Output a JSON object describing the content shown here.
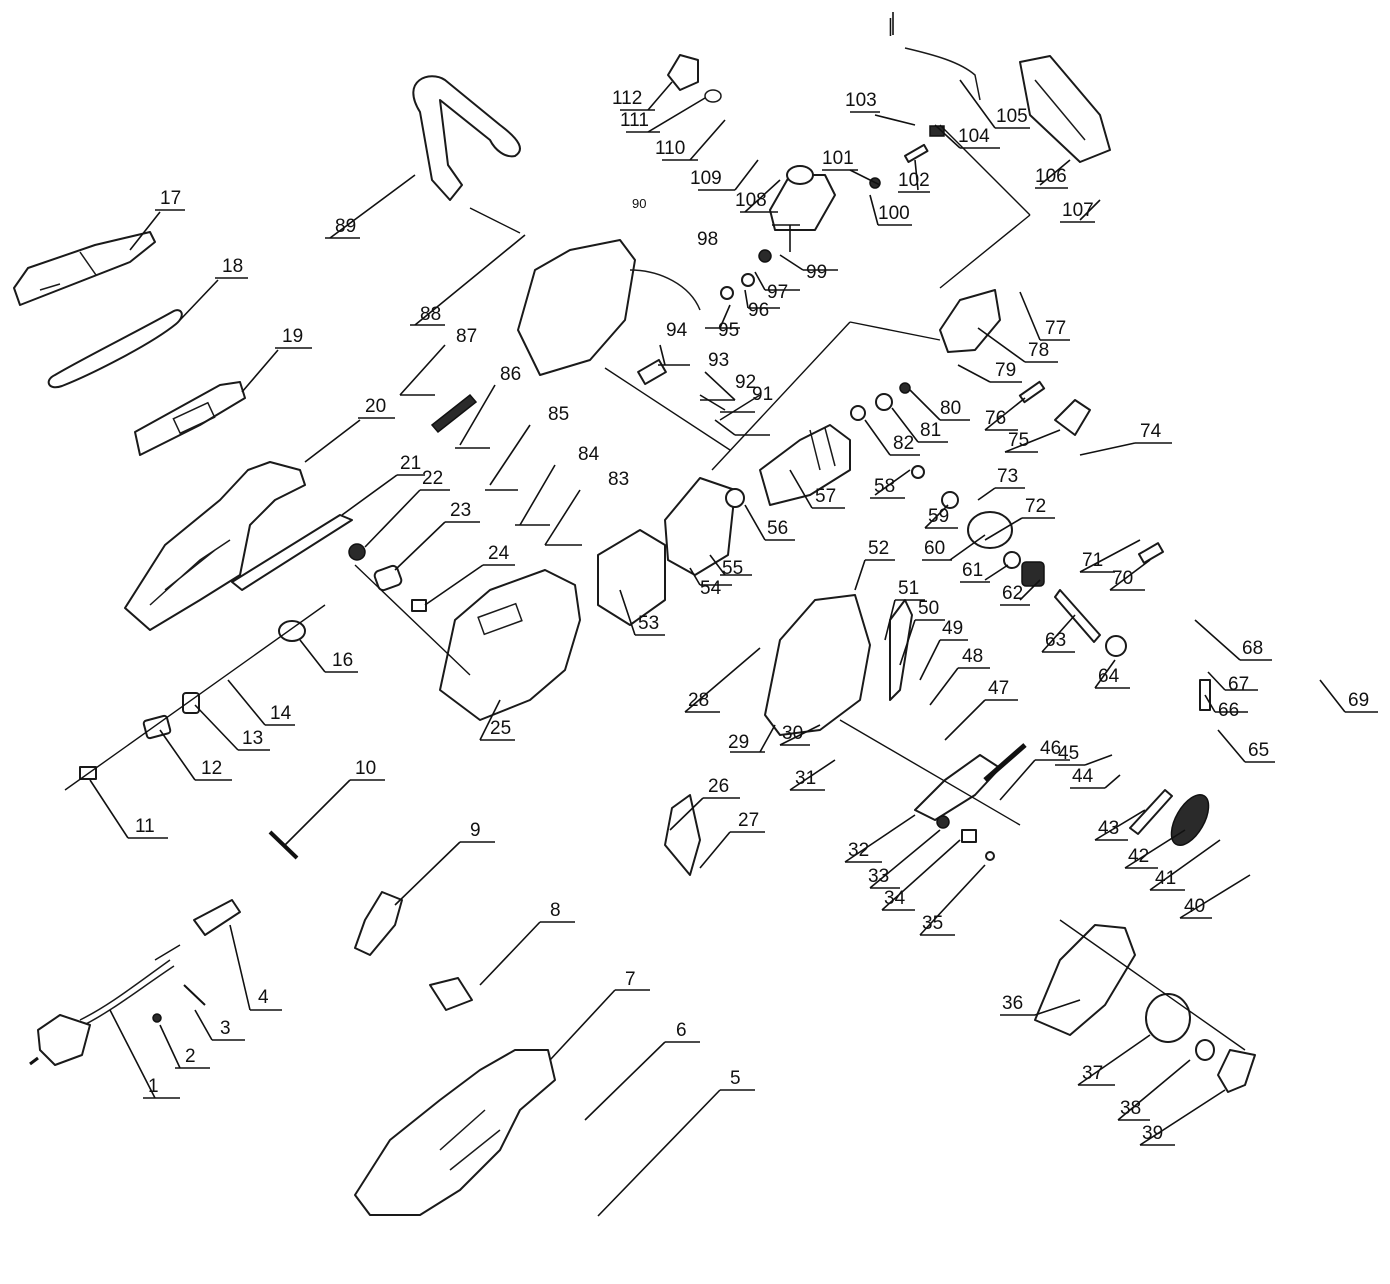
{
  "diagram": {
    "callouts": [
      "1",
      "2",
      "3",
      "4",
      "5",
      "6",
      "7",
      "8",
      "9",
      "10",
      "11",
      "12",
      "13",
      "14",
      "16",
      "17",
      "18",
      "19",
      "20",
      "21",
      "22",
      "23",
      "24",
      "25",
      "26",
      "27",
      "28",
      "29",
      "30",
      "31",
      "32",
      "33",
      "34",
      "35",
      "36",
      "37",
      "38",
      "39",
      "40",
      "41",
      "42",
      "43",
      "44",
      "45",
      "46",
      "47",
      "48",
      "49",
      "50",
      "51",
      "52",
      "53",
      "54",
      "55",
      "56",
      "57",
      "58",
      "59",
      "60",
      "61",
      "62",
      "63",
      "64",
      "65",
      "66",
      "67",
      "68",
      "69",
      "70",
      "71",
      "72",
      "73",
      "74",
      "75",
      "76",
      "77",
      "78",
      "79",
      "80",
      "81",
      "82",
      "83",
      "84",
      "85",
      "86",
      "87",
      "88",
      "89",
      "90",
      "91",
      "92",
      "93",
      "94",
      "95",
      "96",
      "97",
      "98",
      "99",
      "100",
      "101",
      "102",
      "103",
      "104",
      "105",
      "106",
      "107",
      "108",
      "109",
      "110",
      "111",
      "112"
    ],
    "top_mark": "|"
  }
}
